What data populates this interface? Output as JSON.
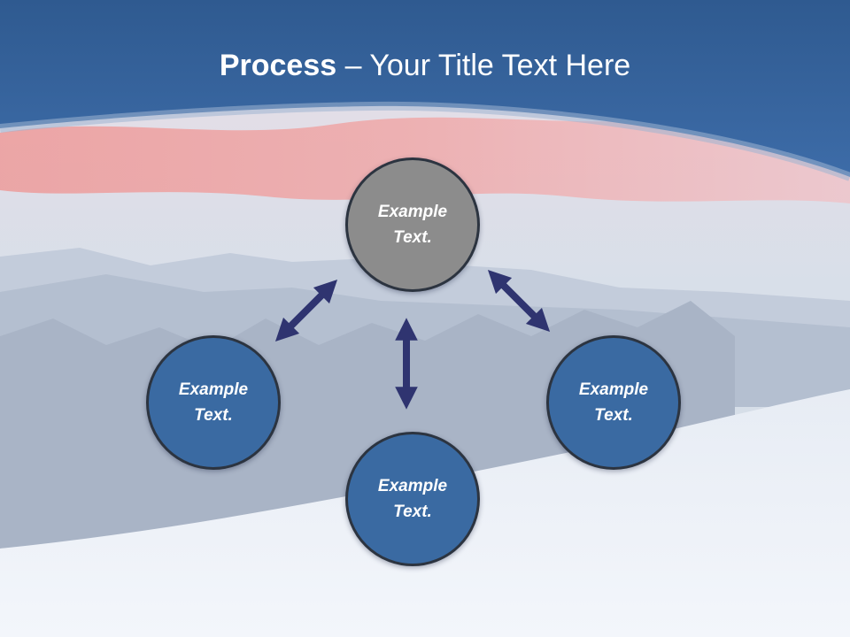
{
  "slide": {
    "title_bold": "Process",
    "title_rest": " – Your Title Text Here"
  },
  "nodes": [
    {
      "line1": "Example",
      "line2": "Text."
    },
    {
      "line1": "Example",
      "line2": "Text."
    },
    {
      "line1": "Example",
      "line2": "Text."
    },
    {
      "line1": "Example",
      "line2": "Text."
    }
  ],
  "colors": {
    "header_blue": "#3a68a3",
    "center_node": "#8c8c8c",
    "outer_node": "#3a6aa2",
    "arrow": "#2f3470"
  }
}
